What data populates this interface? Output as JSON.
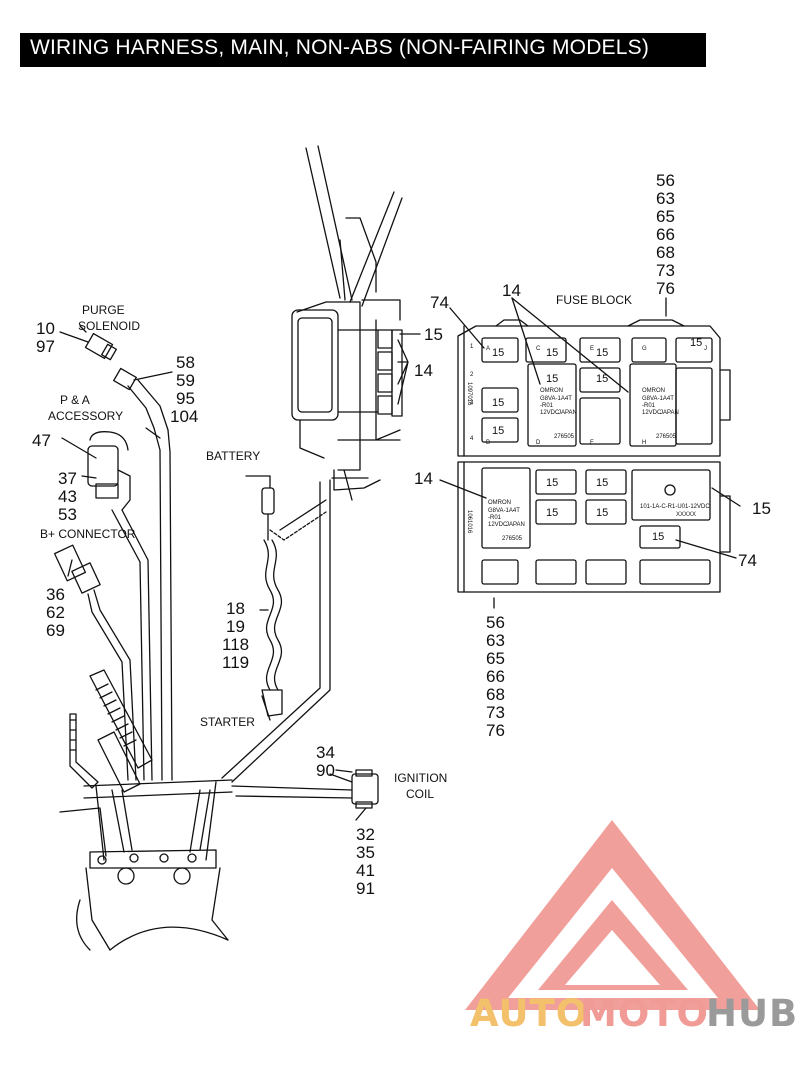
{
  "title": "WIRING HARNESS, MAIN, NON-ABS (NON-FAIRING MODELS)",
  "labels": {
    "purge_solenoid": "PURGE SOLENOID",
    "purge_solenoid_line1": "PURGE",
    "purge_solenoid_line2": "SOLENOID",
    "pa_accessory_line1": "P & A",
    "pa_accessory_line2": "ACCESSORY",
    "b_plus_connector": "B+ CONNECTOR",
    "battery": "BATTERY",
    "starter": "STARTER",
    "ignition_coil_line1": "IGNITION",
    "ignition_coil_line2": "COIL",
    "fuse_block": "FUSE BLOCK"
  },
  "callouts": {
    "purge_solenoid": [
      "10",
      "97"
    ],
    "purge_connector": [
      "58",
      "59",
      "95",
      "104"
    ],
    "pa_accessory_top": [
      "47"
    ],
    "pa_accessory_parts": [
      "37",
      "43",
      "53"
    ],
    "b_plus_connector": [
      "36",
      "62",
      "69"
    ],
    "starter_battery": [
      "18",
      "19",
      "118",
      "119"
    ],
    "ignition_top": [
      "34",
      "90"
    ],
    "ignition_bottom": [
      "32",
      "35",
      "41",
      "91"
    ],
    "fuse_block_top": [
      "56",
      "63",
      "65",
      "66",
      "68",
      "73",
      "76"
    ],
    "fuse_block_bottom": [
      "56",
      "63",
      "65",
      "66",
      "68",
      "73",
      "76"
    ],
    "relay_15": "15",
    "relay_14": "14",
    "relay_74": "74"
  },
  "fuse_block": {
    "fuse_rating": "15",
    "relay_brand": "OMRON",
    "relay_model_1": "G8VA-1A4T",
    "relay_model_2": "-R01",
    "relay_voltage": "12VDC",
    "relay_origin": "JAPAN",
    "relay_part_no": "276505",
    "col_letters_top": [
      "A",
      "C",
      "E",
      "G",
      "J"
    ],
    "col_letters_bottom": [
      "B",
      "D",
      "F",
      "H"
    ],
    "row_numbers": [
      "1",
      "2",
      "3",
      "4"
    ],
    "side_code_top": "1097016",
    "side_code_bottom": "1061016",
    "breaker_code": "101-1A-C-R1-U01-12VDC",
    "breaker_marks": "XXXXX"
  },
  "watermark": {
    "brand_auto": "AUTO",
    "brand_moto": "MOTO",
    "brand_hub": "HUB",
    "colors": {
      "auto": "#f3c06b",
      "moto": "#f09b96",
      "hub": "#9a9a9a",
      "triangle": "#ee8e88"
    }
  }
}
